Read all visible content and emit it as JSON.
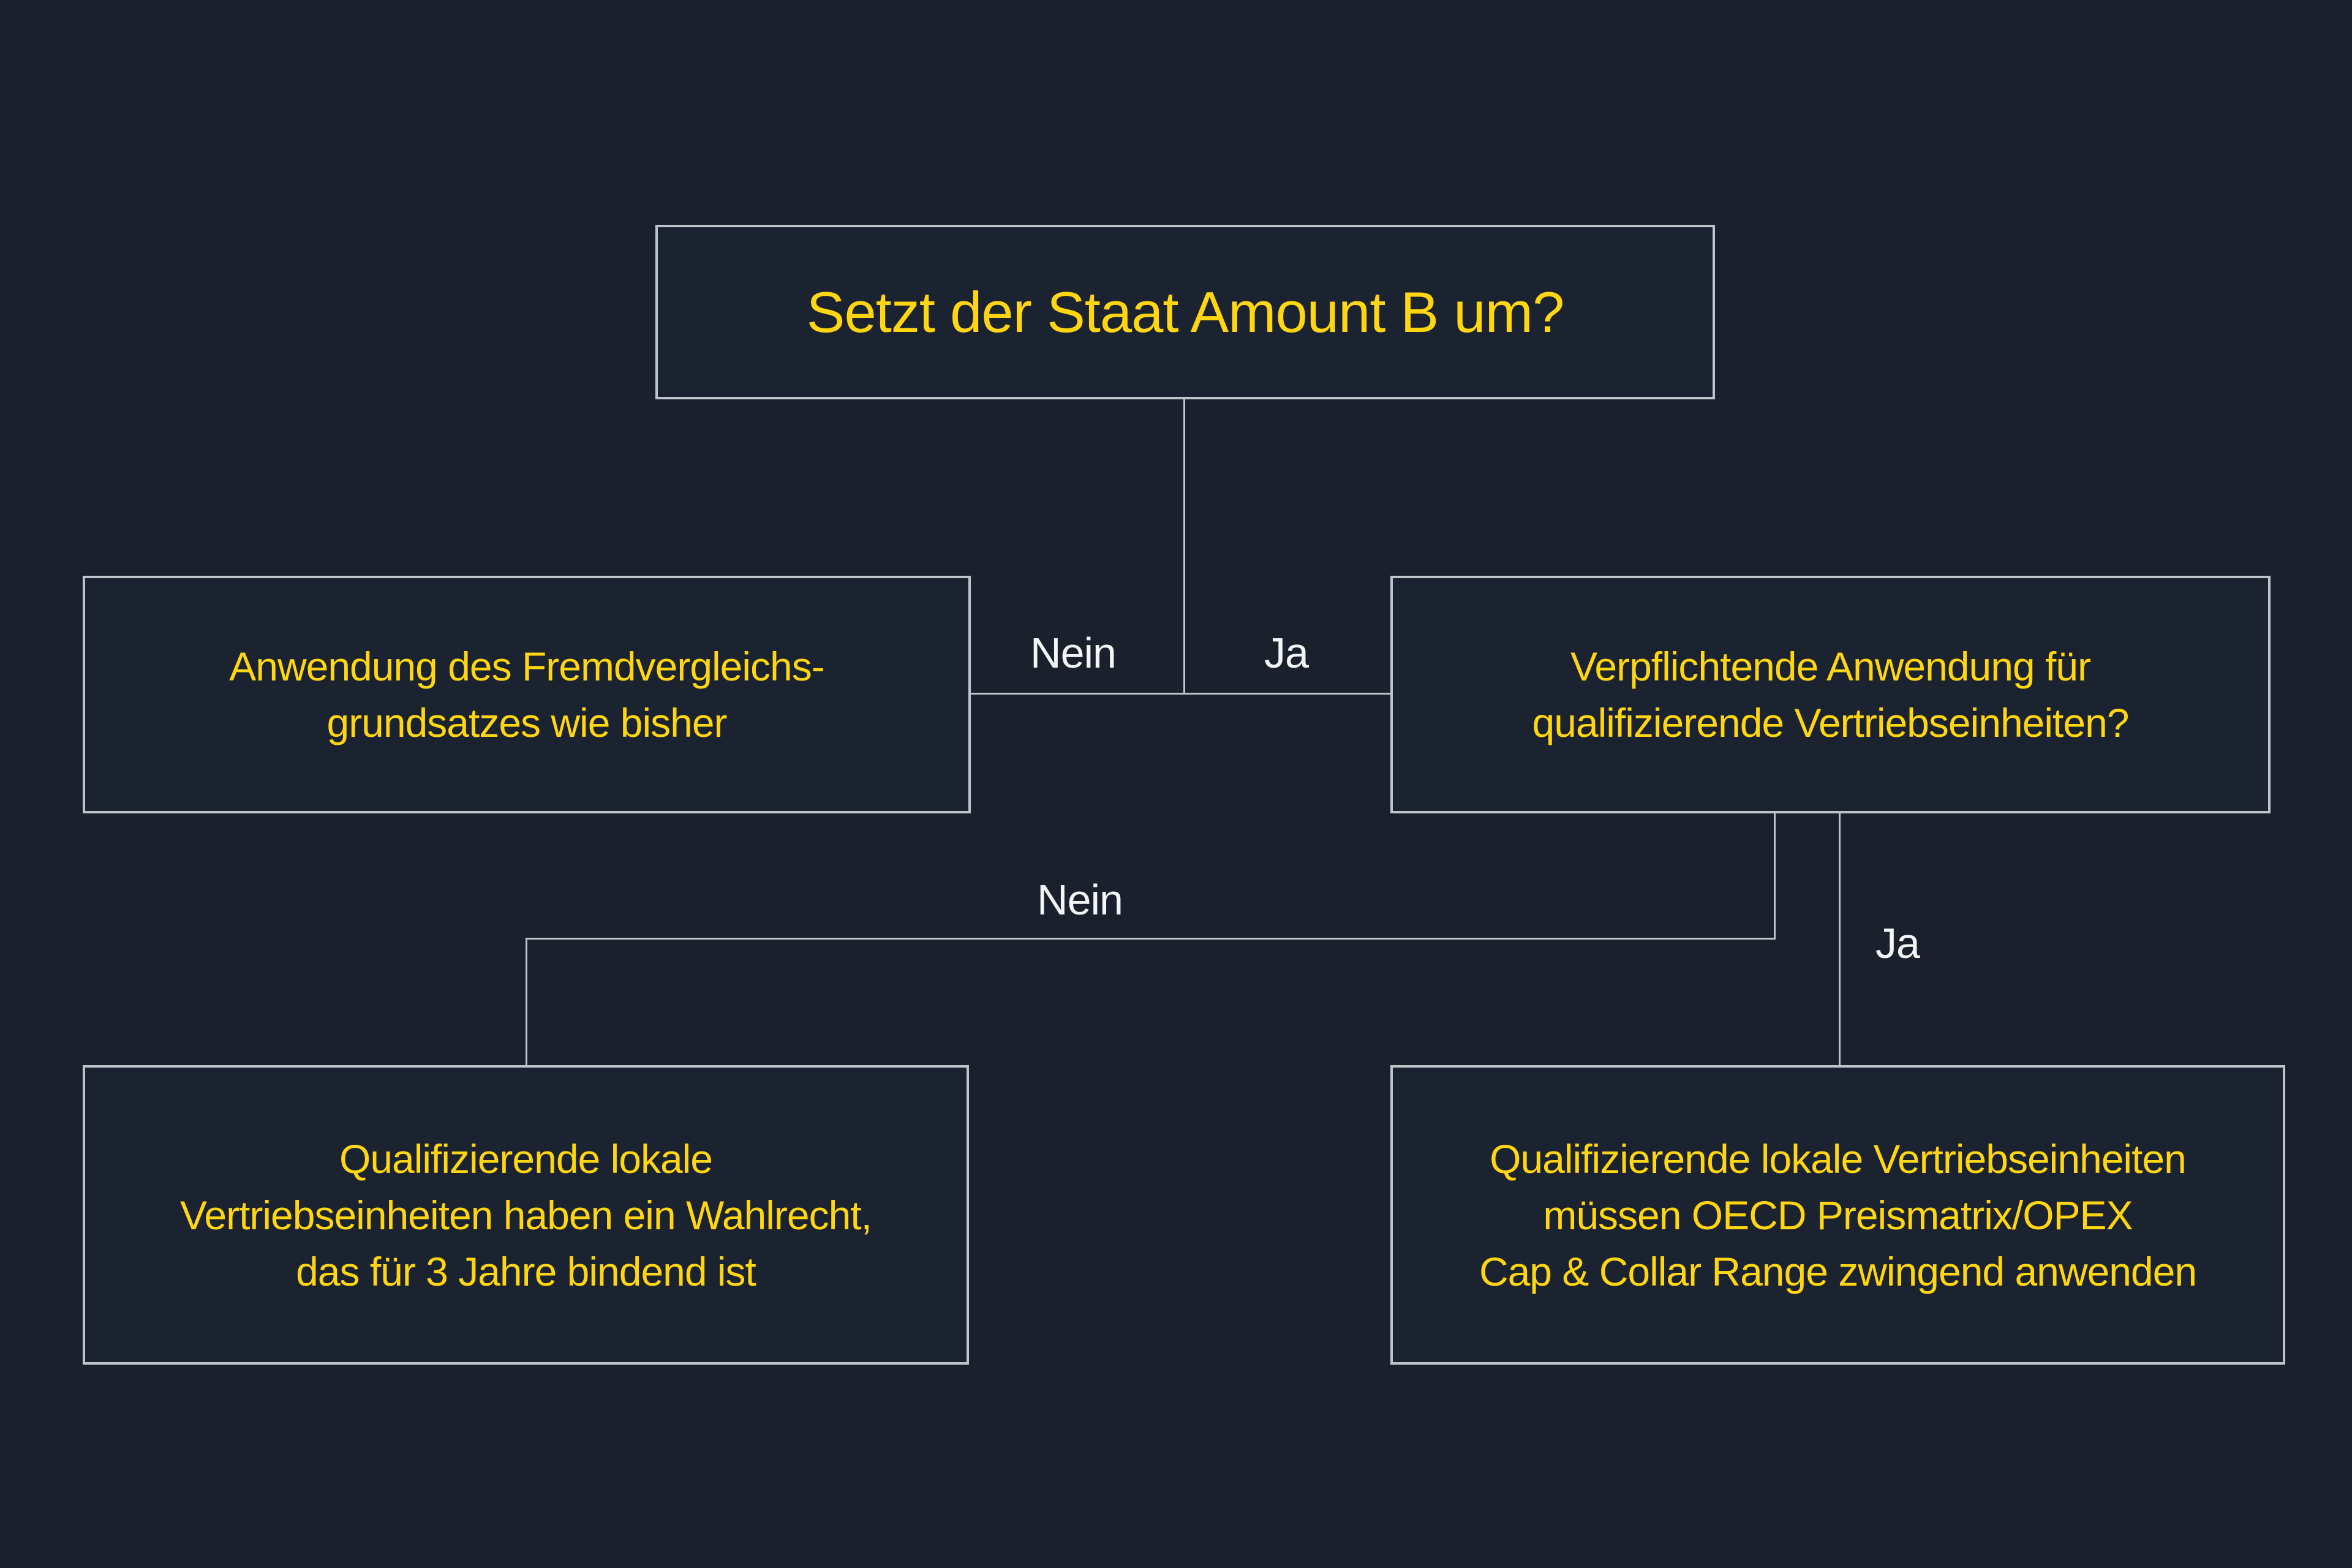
{
  "theme": {
    "background": "#1A202C",
    "node_fill": "#1B2230",
    "node_border": "#BFC4CB",
    "connector": "#BFC4CB",
    "text_yellow": "#FFD60F",
    "text_white": "#F3F5F7"
  },
  "flowchart": {
    "nodes": [
      {
        "id": "root",
        "role": "question",
        "lines": [
          "Setzt der Staat Amount B um?"
        ]
      },
      {
        "id": "left",
        "role": "outcome",
        "lines": [
          "Anwendung des Fremdvergleichs-",
          "grundsatzes wie bisher"
        ]
      },
      {
        "id": "right",
        "role": "question",
        "lines": [
          "Verpflichtende Anwendung für",
          "qualifizierende Vertriebseinheiten?"
        ]
      },
      {
        "id": "bottom_left",
        "role": "outcome",
        "lines": [
          "Qualifizierende lokale",
          "Vertriebseinheiten haben ein Wahlrecht,",
          "das für 3 Jahre bindend ist"
        ]
      },
      {
        "id": "bottom_right",
        "role": "outcome",
        "lines": [
          "Qualifizierende lokale Vertriebseinheiten",
          "müssen OECD Preismatrix/OPEX",
          "Cap & Collar Range zwingend anwenden"
        ]
      }
    ],
    "edges": [
      {
        "from": "root",
        "to": "left",
        "label": "Nein"
      },
      {
        "from": "root",
        "to": "right",
        "label": "Ja"
      },
      {
        "from": "right",
        "to": "bottom_left",
        "label": "Nein"
      },
      {
        "from": "right",
        "to": "bottom_right",
        "label": "Ja"
      }
    ]
  }
}
